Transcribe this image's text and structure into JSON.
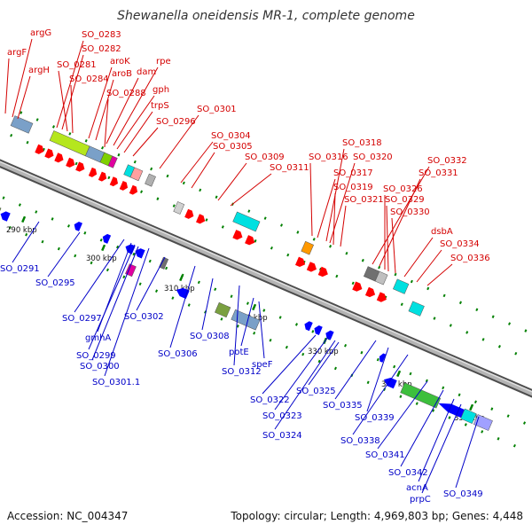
{
  "title": "Shewanella oneidensis MR-1, complete genome",
  "footer": {
    "accession": "Accession: NC_004347",
    "summary": "Topology: circular; Length: 4,969,803 bp; Genes: 4,448"
  },
  "colors": {
    "forward_label": "#d40000",
    "reverse_label": "#0000c8",
    "forward_feature": "#ff0000",
    "reverse_feature": "#0000ff",
    "backbone": "#8a8a8a",
    "tick_mark": "#008000"
  },
  "ticks": [
    "290 kbp",
    "300 kbp",
    "310 kbp",
    "320 kbp",
    "330 kbp",
    "340 kbp",
    "350 kbp"
  ],
  "forward_labels": [
    "argF",
    "argG",
    "argH",
    "SO_0283",
    "SO_0282",
    "SO_0281",
    "SO_0284",
    "aroK",
    "aroB",
    "dam",
    "rpe",
    "SO_0288",
    "gph",
    "trpS",
    "SO_0296",
    "SO_0301",
    "SO_0304",
    "SO_0305",
    "SO_0309",
    "SO_0311",
    "SO_0316",
    "SO_0317",
    "SO_0318",
    "SO_0320",
    "SO_0319",
    "SO_0321",
    "SO_0332",
    "SO_0331",
    "SO_0326",
    "SO_0329",
    "SO_0330",
    "dsbA",
    "SO_0334",
    "SO_0336"
  ],
  "reverse_labels": [
    "SO_0291",
    "SO_0295",
    "SO_0297",
    "gmhA",
    "SO_0299",
    "SO_0300",
    "SO_0301.1",
    "SO_0302",
    "SO_0306",
    "SO_0308",
    "SO_0312",
    "potE",
    "speF",
    "SO_0322",
    "SO_0323",
    "SO_0324",
    "SO_0325",
    "SO_0335",
    "SO_0339",
    "SO_0338",
    "SO_0341",
    "SO_0342",
    "acnA",
    "prpC",
    "SO_0349"
  ]
}
